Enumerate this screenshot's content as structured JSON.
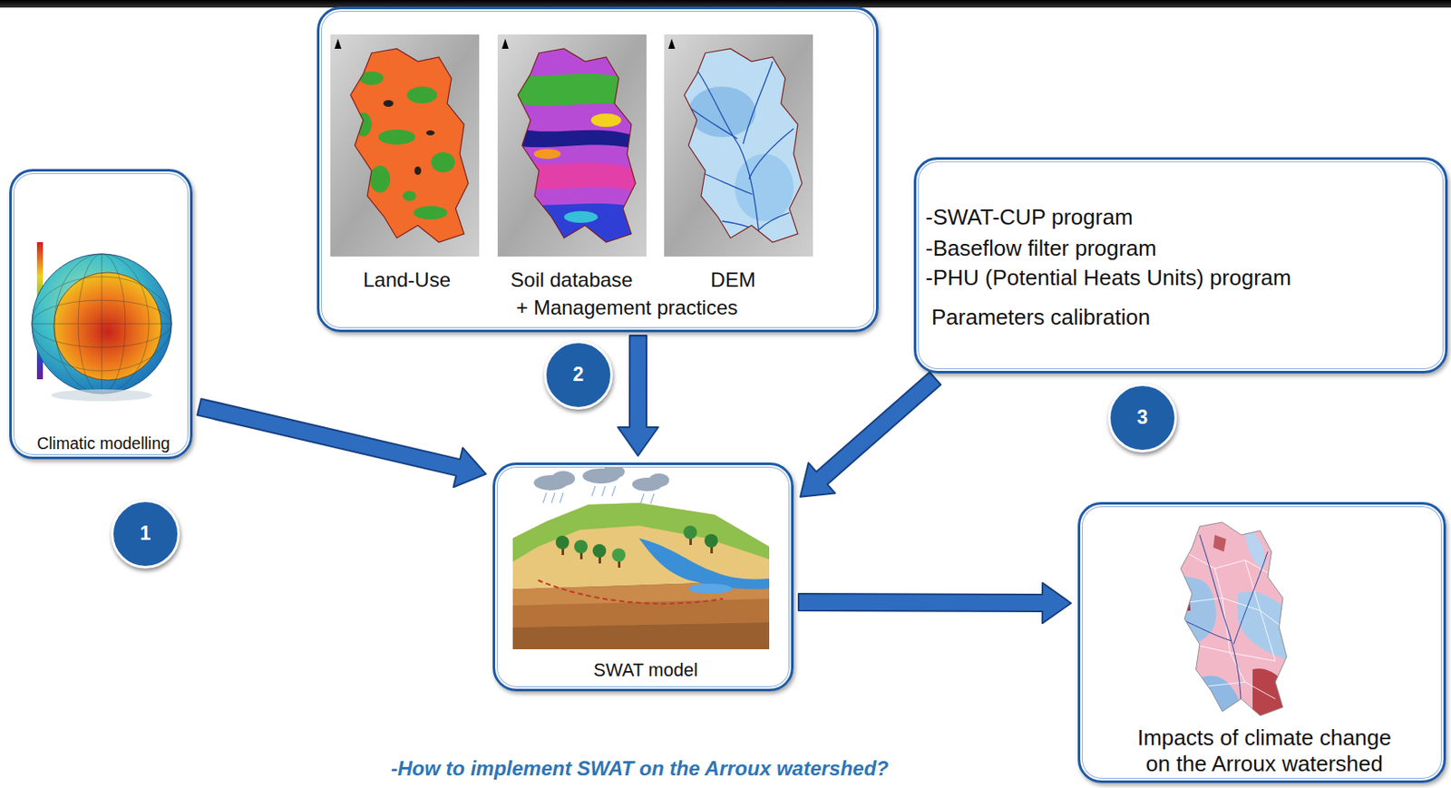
{
  "diagram": {
    "caption": "-How to implement SWAT on the Arroux watershed?",
    "nodes": [
      {
        "text": [
          "Climatic modelling"
        ]
      },
      {
        "text": [
          "1"
        ]
      },
      {
        "text": [
          "Land-Use",
          "Soil database",
          "DEM",
          "+ Management practices"
        ]
      },
      {
        "text": [
          "2"
        ]
      },
      {
        "text": [
          "-SWAT-CUP program",
          "-Baseflow filter program",
          "-PHU (Potential Heats Units) program",
          "Parameters calibration"
        ]
      },
      {
        "text": [
          "3"
        ]
      },
      {
        "text": [
          "SWAT model"
        ]
      },
      {
        "text": [
          "Impacts of climate change on the Arroux watershed"
        ]
      }
    ],
    "edges": [
      {
        "from": 0,
        "to": 6,
        "arrow": "to"
      },
      {
        "from": 2,
        "to": 6,
        "arrow": "to"
      },
      {
        "from": 4,
        "to": 6,
        "arrow": "to"
      },
      {
        "from": 6,
        "to": 7,
        "arrow": "to"
      }
    ]
  }
}
